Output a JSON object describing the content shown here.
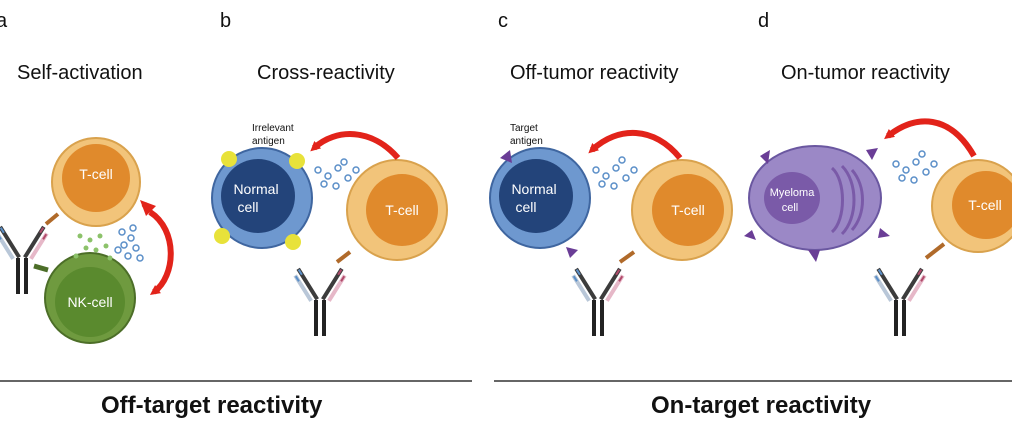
{
  "panels": [
    {
      "letter": "a",
      "title": "Self-activation",
      "cells": [
        "T-cell",
        "NK-cell"
      ]
    },
    {
      "letter": "b",
      "title": "Cross-reactivity",
      "cells": [
        "Normal",
        "cell",
        "T-cell"
      ],
      "antigen_label": [
        "Irrelevant",
        "antigen"
      ]
    },
    {
      "letter": "c",
      "title": "Off-tumor reactivity",
      "cells": [
        "Normal",
        "cell",
        "T-cell"
      ],
      "antigen_label": [
        "Target",
        "antigen"
      ]
    },
    {
      "letter": "d",
      "title": "On-tumor reactivity",
      "cells": [
        "Myeloma",
        "cell",
        "T-cell"
      ]
    }
  ],
  "groups": {
    "off_target": "Off-target reactivity",
    "on_target": "On-target reactivity"
  },
  "colors": {
    "tcell_fill": "#e08a2c",
    "tcell_ring": "#f2c47a",
    "nk_fill": "#5a8a2e",
    "normal_fill": "#23447a",
    "normal_ring": "#6e98cf",
    "myeloma": "#9b88c6",
    "arrow": "#e2231a",
    "antigen_yellow": "#e8e23a",
    "antigen_purple": "#6a3d96",
    "cytokine": "#5b8fc8"
  },
  "icons": [
    "curved-arrow-icon",
    "bispecific-antibody-icon",
    "cytokine-dots-icon"
  ]
}
